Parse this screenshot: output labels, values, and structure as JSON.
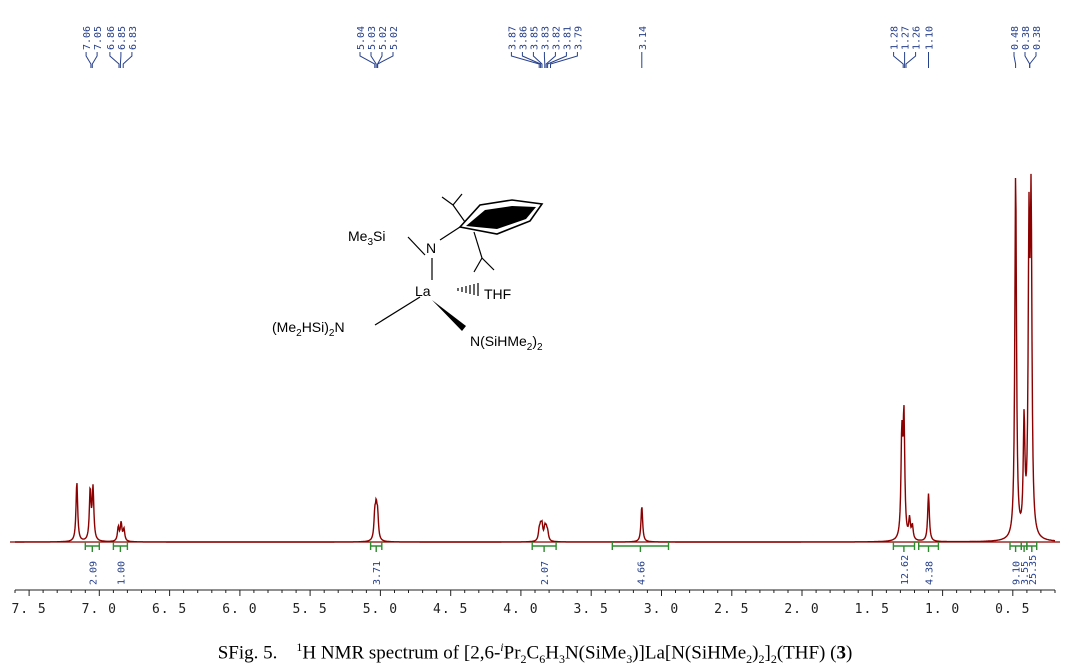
{
  "colors": {
    "spectrum": "#8b0000",
    "peak_labels": "#27408b",
    "integration": "#2e8b2e",
    "axis": "#222222"
  },
  "chart_data": {
    "type": "line",
    "title": "",
    "xlabel": "",
    "ylabel": "",
    "xlim": [
      7.6,
      0.2
    ],
    "x_reversed": true,
    "xticks": [
      "7.5",
      "7.0",
      "6.5",
      "6.0",
      "5.5",
      "5.0",
      "4.5",
      "4.0",
      "3.5",
      "3.0",
      "2.5",
      "2.0",
      "1.5",
      "1.0",
      "0.5"
    ],
    "series": [
      {
        "peaks": [
          {
            "ppm": 7.16,
            "height": 0.15
          },
          {
            "ppm": 7.065,
            "height": 0.125
          },
          {
            "ppm": 7.045,
            "height": 0.13
          },
          {
            "ppm": 6.865,
            "height": 0.035
          },
          {
            "ppm": 6.845,
            "height": 0.045
          },
          {
            "ppm": 6.825,
            "height": 0.03
          },
          {
            "ppm": 5.04,
            "height": 0.06
          },
          {
            "ppm": 5.03,
            "height": 0.07
          },
          {
            "ppm": 5.02,
            "height": 0.06
          },
          {
            "ppm": 3.87,
            "height": 0.025
          },
          {
            "ppm": 3.86,
            "height": 0.03
          },
          {
            "ppm": 3.85,
            "height": 0.035
          },
          {
            "ppm": 3.83,
            "height": 0.03
          },
          {
            "ppm": 3.82,
            "height": 0.025
          },
          {
            "ppm": 3.81,
            "height": 0.02
          },
          {
            "ppm": 3.14,
            "height": 0.09
          },
          {
            "ppm": 1.29,
            "height": 0.25
          },
          {
            "ppm": 1.275,
            "height": 0.3
          },
          {
            "ppm": 1.235,
            "height": 0.05
          },
          {
            "ppm": 1.215,
            "height": 0.035
          },
          {
            "ppm": 1.1,
            "height": 0.12
          },
          {
            "ppm": 0.48,
            "height": 0.92
          },
          {
            "ppm": 0.42,
            "height": 0.28
          },
          {
            "ppm": 0.385,
            "height": 0.72
          },
          {
            "ppm": 0.37,
            "height": 0.78
          }
        ]
      }
    ],
    "peak_labels": [
      {
        "text": "7.06",
        "ppm": 7.06
      },
      {
        "text": "7.05",
        "ppm": 7.05
      },
      {
        "text": "6.86",
        "ppm": 6.86
      },
      {
        "text": "6.85",
        "ppm": 6.85
      },
      {
        "text": "6.83",
        "ppm": 6.83
      },
      {
        "text": "5.04",
        "ppm": 5.04
      },
      {
        "text": "5.03",
        "ppm": 5.03
      },
      {
        "text": "5.02",
        "ppm": 5.02
      },
      {
        "text": "5.02",
        "ppm": 5.02
      },
      {
        "text": "3.87",
        "ppm": 3.87
      },
      {
        "text": "3.86",
        "ppm": 3.86
      },
      {
        "text": "3.85",
        "ppm": 3.85
      },
      {
        "text": "3.83",
        "ppm": 3.83
      },
      {
        "text": "3.82",
        "ppm": 3.82
      },
      {
        "text": "3.81",
        "ppm": 3.81
      },
      {
        "text": "3.79",
        "ppm": 3.79
      },
      {
        "text": "3.14",
        "ppm": 3.14
      },
      {
        "text": "1.28",
        "ppm": 1.28
      },
      {
        "text": "1.27",
        "ppm": 1.27
      },
      {
        "text": "1.26",
        "ppm": 1.26
      },
      {
        "text": "1.10",
        "ppm": 1.1
      },
      {
        "text": "0.48",
        "ppm": 0.48
      },
      {
        "text": "0.38",
        "ppm": 0.38
      },
      {
        "text": "0.38",
        "ppm": 0.38
      }
    ],
    "integrations": [
      {
        "from": 7.1,
        "to": 7.0,
        "value": "2.09"
      },
      {
        "from": 6.9,
        "to": 6.8,
        "value": "1.00"
      },
      {
        "from": 5.07,
        "to": 4.99,
        "value": "3.71"
      },
      {
        "from": 3.92,
        "to": 3.75,
        "value": "2.07"
      },
      {
        "from": 3.35,
        "to": 2.95,
        "value": "4.66"
      },
      {
        "from": 1.35,
        "to": 1.2,
        "value": "12.62"
      },
      {
        "from": 1.17,
        "to": 1.03,
        "value": "4.38"
      },
      {
        "from": 0.52,
        "to": 0.44,
        "value": "9.10"
      },
      {
        "from": 0.44,
        "to": 0.4,
        "value": "3.55"
      },
      {
        "from": 0.4,
        "to": 0.33,
        "value": "25.35"
      }
    ]
  },
  "structure": {
    "me3si": "Me",
    "me3si_sub": "3",
    "me3si_tail": "Si",
    "n_aryl": "N",
    "la": "La",
    "thf": "THF",
    "left_amide_a": "(Me",
    "left_amide_sub1": "2",
    "left_amide_b": "HSi)",
    "left_amide_sub2": "2",
    "left_amide_c": "N",
    "right_amide_a": "N(SiHMe",
    "right_amide_sub1": "2",
    "right_amide_b": ")",
    "right_amide_sub2": "2"
  },
  "caption": {
    "prefix": "SFig. 5.",
    "nucleus_sup": "1",
    "text1": "H NMR spectrum of [2,6-",
    "iso_sup": "i",
    "text2": "Pr",
    "sub_2a": "2",
    "text3": "C",
    "sub_6": "6",
    "text4": "H",
    "sub_3": "3",
    "text5": "N(SiMe",
    "sub_3b": "3",
    "text6": ")]La[N(SiHMe",
    "sub_2b": "2",
    "text7": ")",
    "sub_2c": "2",
    "text8": "]",
    "sub_2d": "2",
    "text9": "(THF) (",
    "compound": "3",
    "text10": ")"
  }
}
